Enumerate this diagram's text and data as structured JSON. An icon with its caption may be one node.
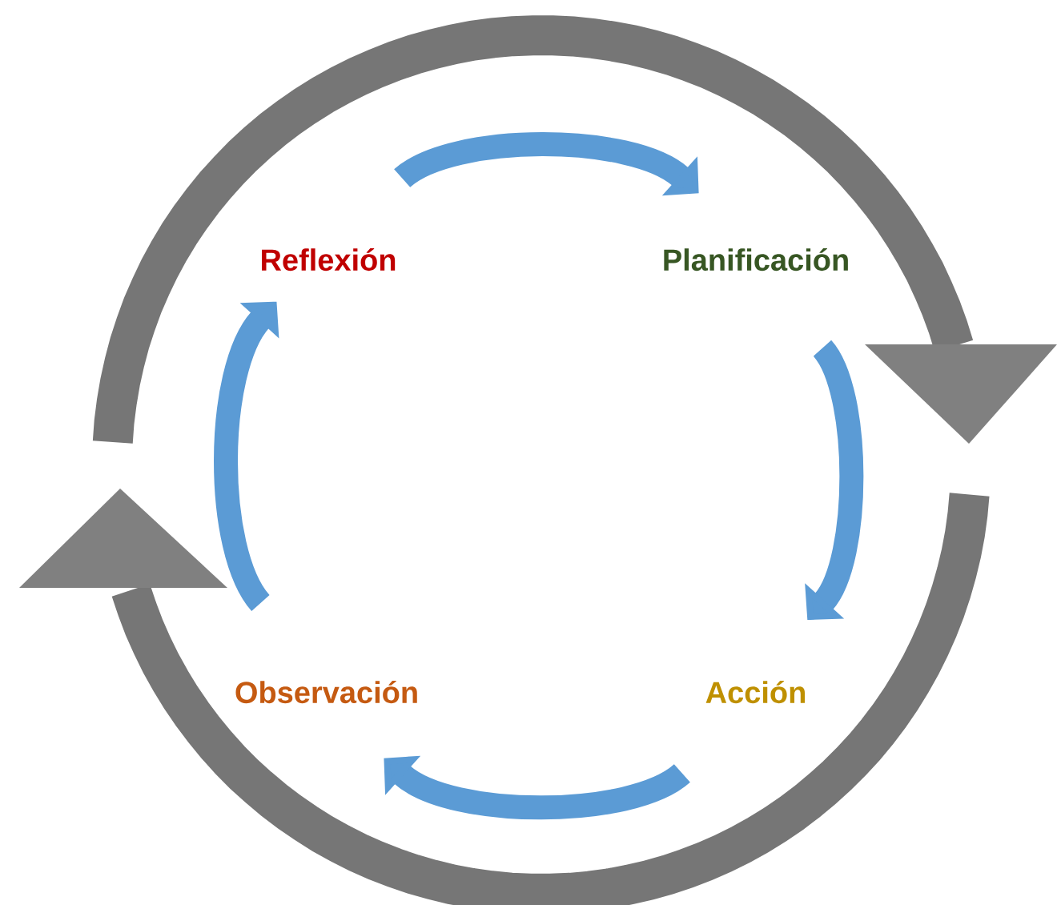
{
  "diagram": {
    "nodes": [
      {
        "text": [
          "Reflexión"
        ]
      },
      {
        "text": [
          "Planificación"
        ]
      },
      {
        "text": [
          "Acción"
        ]
      },
      {
        "text": [
          "Observación"
        ]
      }
    ],
    "edges": [
      {
        "from": 0,
        "to": 1,
        "arrow": "to"
      },
      {
        "from": 1,
        "to": 2,
        "arrow": "to"
      },
      {
        "from": 2,
        "to": 3,
        "arrow": "to"
      },
      {
        "from": 3,
        "to": 0,
        "arrow": "to"
      }
    ]
  }
}
